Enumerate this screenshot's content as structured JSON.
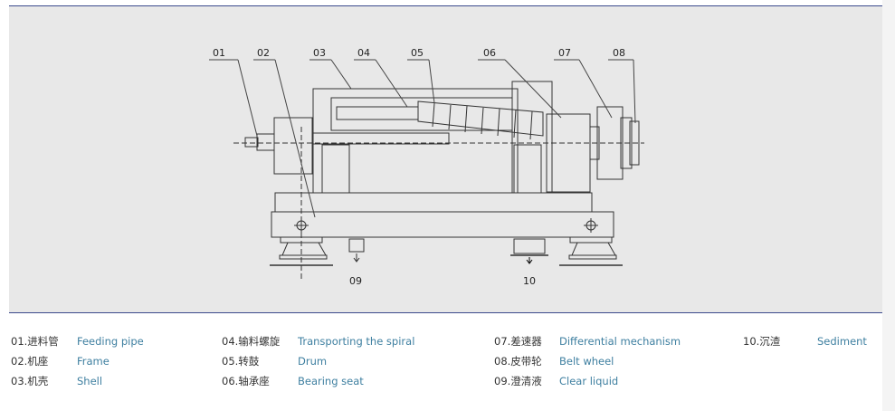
{
  "callouts": [
    "01",
    "02",
    "03",
    "04",
    "05",
    "06",
    "07",
    "08",
    "09",
    "10"
  ],
  "legend": {
    "col1": [
      {
        "num": "01.进料管",
        "en": "Feeding pipe"
      },
      {
        "num": "02.机座",
        "en": "Frame"
      },
      {
        "num": "03.机壳",
        "en": "Shell"
      }
    ],
    "col2": [
      {
        "num": "04.输料螺旋",
        "en": "Transporting the spiral"
      },
      {
        "num": "05.转鼓",
        "en": "Drum"
      },
      {
        "num": "06.轴承座",
        "en": "Bearing seat"
      }
    ],
    "col3": [
      {
        "num": "07.差速器",
        "en": "Differential mechanism"
      },
      {
        "num": "08.皮带轮",
        "en": "Belt wheel"
      },
      {
        "num": "09.澄清液",
        "en": "Clear liquid"
      }
    ],
    "col4": [
      {
        "num": "10.沉渣",
        "en": "Sediment"
      }
    ]
  },
  "colors": {
    "rule": "#3b4a8c",
    "panel": "#e8e8e8",
    "legend_en": "#3e7fa0"
  }
}
